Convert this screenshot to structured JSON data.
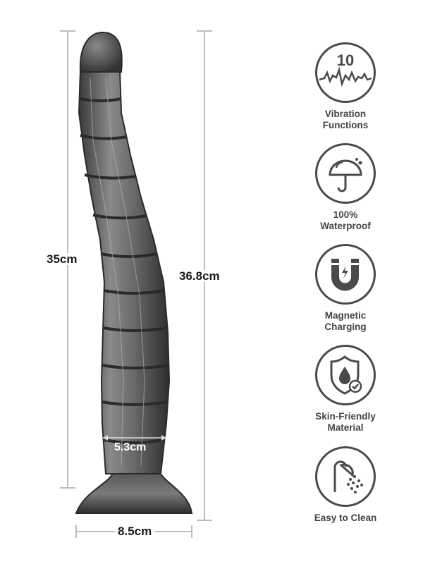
{
  "dimensions": {
    "length_insertable": "35cm",
    "length_total": "36.8cm",
    "width_shaft": "5.3cm",
    "width_base": "8.5cm"
  },
  "features": [
    {
      "icon": "vibration-icon",
      "badge": "10",
      "line1": "Vibration",
      "line2": "Functions"
    },
    {
      "icon": "umbrella-icon",
      "line1": "100%",
      "line2": "Waterproof"
    },
    {
      "icon": "magnet-icon",
      "line1": "Magnetic",
      "line2": "Charging"
    },
    {
      "icon": "shield-drop-icon",
      "line1": "Skin-Friendly",
      "line2": "Material"
    },
    {
      "icon": "shower-icon",
      "line1": "Easy to Clean",
      "line2": ""
    }
  ],
  "colors": {
    "icon_stroke": "#4a4a4a",
    "dim_line": "#bdbdbd",
    "product_dark": "#3a3a3a",
    "product_light": "#8a8a8a"
  }
}
